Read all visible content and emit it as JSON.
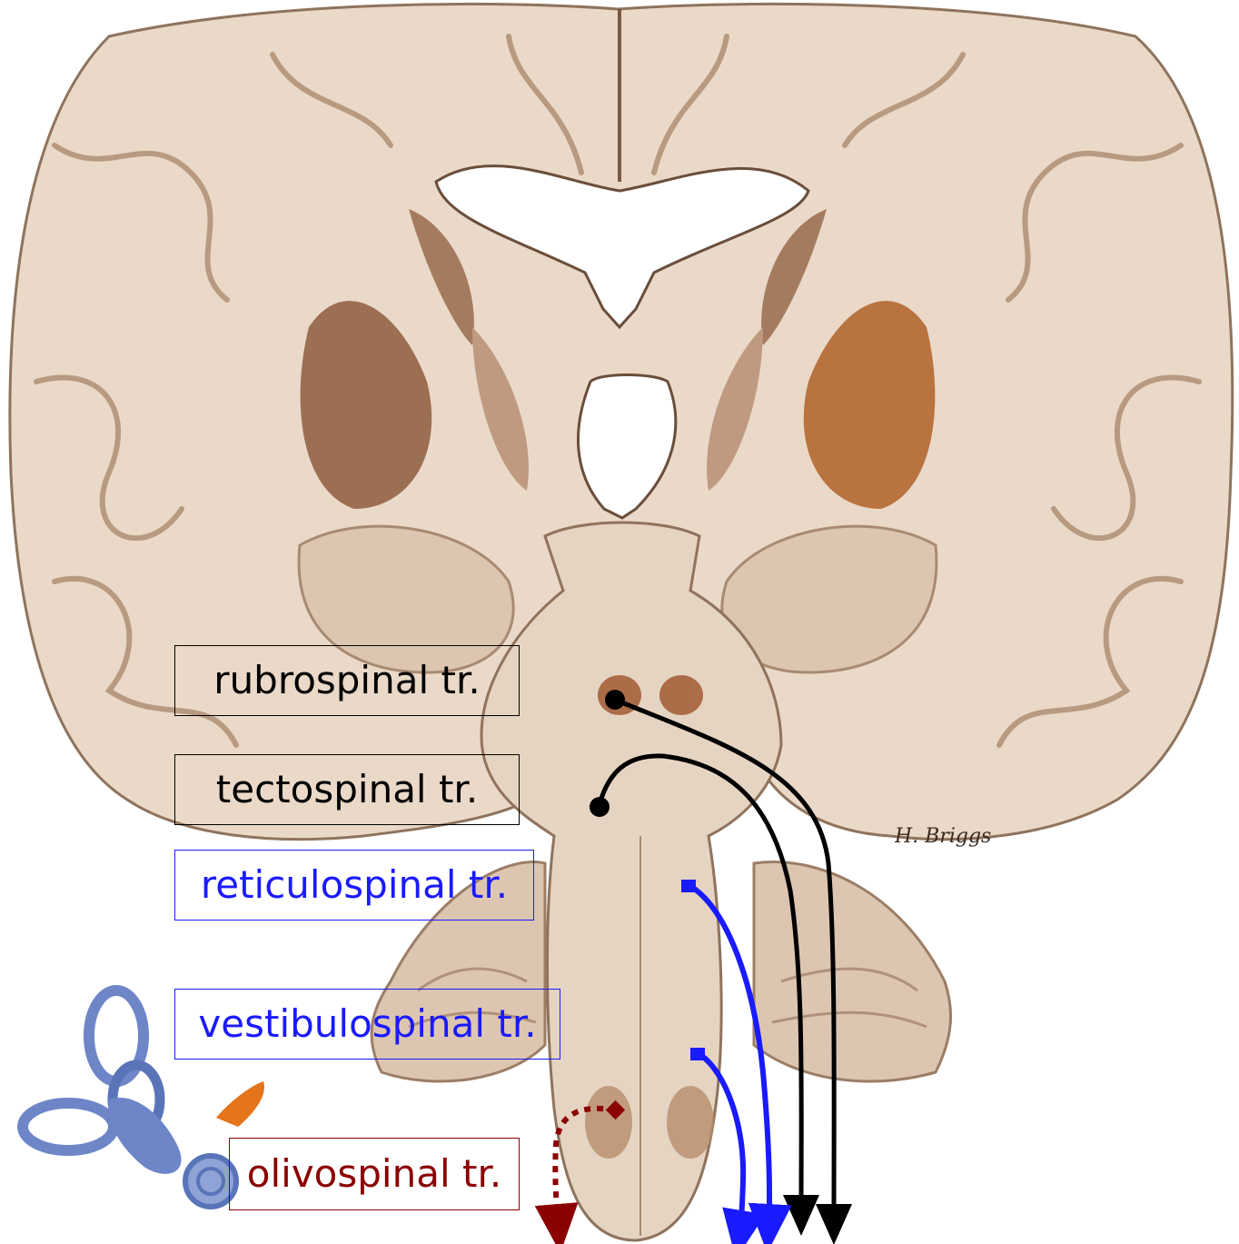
{
  "labels": {
    "rubrospinal": "rubrospinal tr.",
    "tectospinal": "tectospinal tr.",
    "reticulospinal": "reticulospinal tr.",
    "vestibulospinal": "vestibulospinal tr.",
    "olivospinal": "olivospinal tr."
  },
  "signature": "H. Briggs",
  "colors": {
    "tissue": "#ead9c8",
    "tissue_shadow": "#cbb29b",
    "gray_matter": "#9c6e52",
    "ventricle": "#ffffff",
    "black_tract": "#000000",
    "blue_tract": "#1a1aff",
    "red_tract": "#8b0000",
    "inner_ear": "#6e86c7",
    "ossicle": "#e4751a"
  }
}
